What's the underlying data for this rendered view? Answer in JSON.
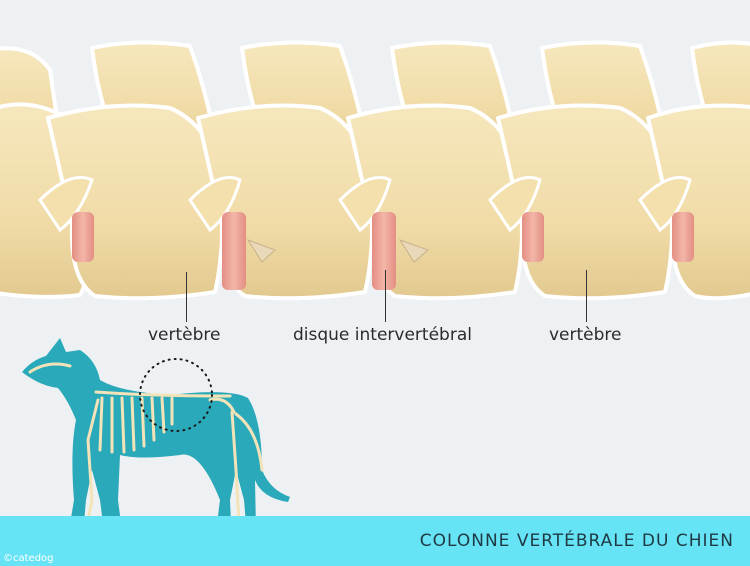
{
  "labels": {
    "vertebra_left": "vertèbre",
    "disc": "disque intervertébral",
    "vertebra_right": "vertèbre"
  },
  "footer": {
    "title": "COLONNE VERTÉBRALE DU CHIEN",
    "copyright": "©catedog"
  },
  "colors": {
    "background": "#eef1f4",
    "bone": "#f4e3b4",
    "bone_shade": "#e3cc92",
    "bone_outline": "#ffffff",
    "disc": "#e99a8e",
    "dog_body": "#2aa9ba",
    "footer": "#66e3f4"
  }
}
